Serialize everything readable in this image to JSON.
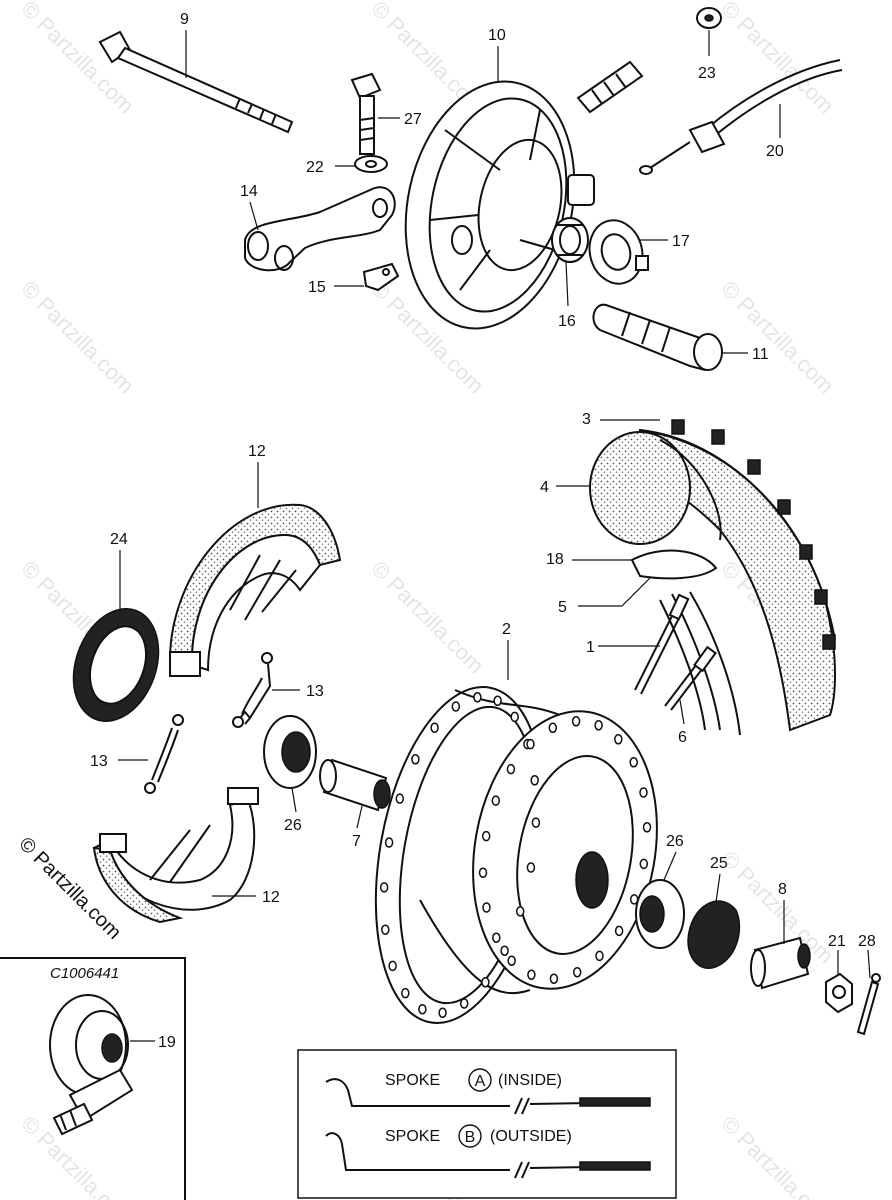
{
  "watermark_text": "© Partzilla.com",
  "inset_code": "C1006441",
  "callouts": {
    "c1": "1",
    "c2": "2",
    "c3": "3",
    "c4": "4",
    "c5": "5",
    "c6": "6",
    "c7": "7",
    "c8": "8",
    "c9": "9",
    "c10": "10",
    "c11": "11",
    "c12a": "12",
    "c12b": "12",
    "c13a": "13",
    "c13b": "13",
    "c14": "14",
    "c15": "15",
    "c16": "16",
    "c17": "17",
    "c18": "18",
    "c19": "19",
    "c20": "20",
    "c21": "21",
    "c22": "22",
    "c23": "23",
    "c24": "24",
    "c25": "25",
    "c26a": "26",
    "c26b": "26",
    "c27": "27",
    "c28": "28"
  },
  "legend": {
    "spoke_a_prefix": "SPOKE",
    "spoke_a_letter": "A",
    "spoke_a_suffix": "(INSIDE)",
    "spoke_b_prefix": "SPOKE",
    "spoke_b_letter": "B",
    "spoke_b_suffix": "(OUTSIDE)"
  }
}
